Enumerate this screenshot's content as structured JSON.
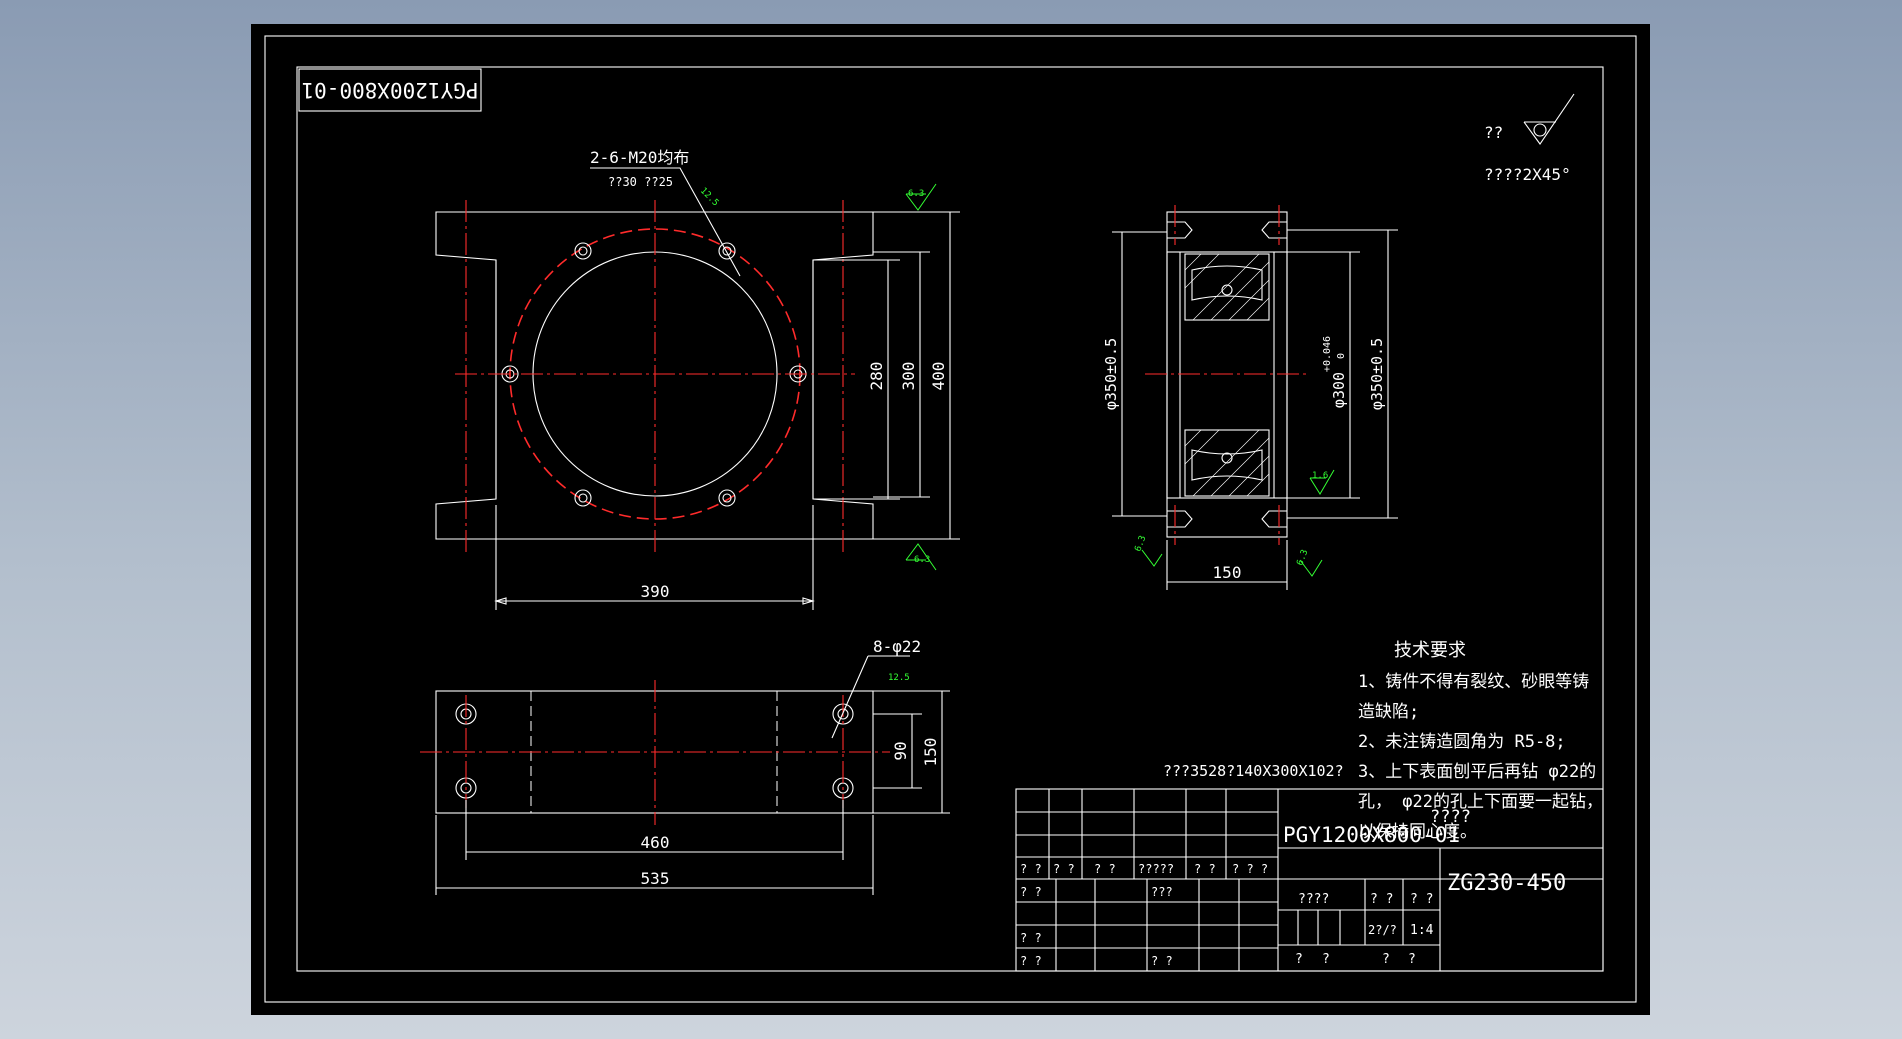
{
  "drawing": {
    "drawing_number": "PGY1200X800-01",
    "thread_callout": "2-6-M20均布",
    "thread_subcallout": "??30 ??25",
    "hole_callout": "8-φ22",
    "surface_top_label": "??",
    "chamfer_note": "????2X45°",
    "bearing_note": "???3528?140X300X102?",
    "roughness": {
      "r1": "6.3",
      "r2": "6.3",
      "r3": "12.5",
      "r4": "6.3",
      "r5": "6.3",
      "r6": "1.6",
      "r7": "12.5"
    },
    "dims": {
      "d390": "390",
      "d280": "280",
      "d300": "300",
      "d400": "400",
      "d150_side": "150",
      "dia350_left": "φ350±0.5",
      "dia300": "φ300",
      "dia300_tol_up": "+0.046",
      "dia300_tol_low": "0",
      "dia350_right": "φ350±0.5",
      "d90": "90",
      "d150_bottom": "150",
      "d460": "460",
      "d535": "535"
    },
    "tech_req": {
      "title": "技术要求",
      "lines": [
        "1、铸件不得有裂纹、砂眼等铸",
        "造缺陷;",
        "2、未注铸造圆角为 R5-8;",
        "3、上下表面刨平后再钻 φ22的",
        "孔， φ22的孔上下面要一起钻，",
        "以保持同心度。"
      ]
    },
    "title_block": {
      "part_name": "PGY1200X800-01",
      "part_name_overlay": "????",
      "material": "ZG230-450",
      "row1": [
        "? ?",
        "? ?",
        "? ?",
        "?????",
        "? ?",
        "? ? ?"
      ],
      "row2_a": "? ?",
      "row2_b": "???",
      "row3_a": "? ?",
      "row4_a": "? ?",
      "row4_b": "? ?",
      "col_stage": "????",
      "col_weight": "? ?",
      "col_scale": "? ?",
      "weight_val": "2?/?",
      "scale_val": "1:4",
      "sheet_a": "?",
      "sheet_b": "?",
      "sheet_c": "?",
      "sheet_d": "?"
    }
  }
}
